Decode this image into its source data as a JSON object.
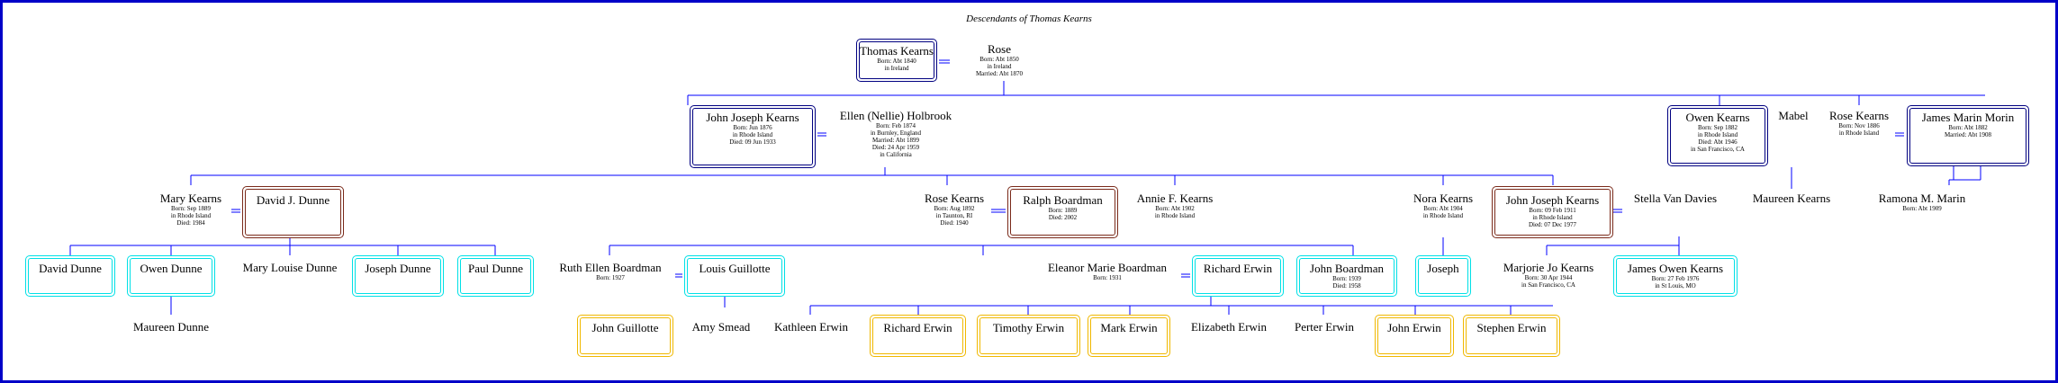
{
  "title": "Descendants of Thomas Kearns",
  "people": {
    "thomas": {
      "name": "Thomas Kearns",
      "details": [
        "Born: Abt 1840",
        "in Ireland"
      ]
    },
    "rose": {
      "name": "Rose",
      "details": [
        "Born: Abt 1850",
        "in Ireland",
        "Married: Abt 1870"
      ]
    },
    "johnjoseph": {
      "name": "John Joseph Kearns",
      "details": [
        "Born: Jun 1876",
        "in Rhode Island",
        "Died: 09 Jun 1933"
      ]
    },
    "ellen": {
      "name": "Ellen (Nellie) Holbrook",
      "details": [
        "Born: Feb 1874",
        "in Burnley, England",
        "Married: Abt 1899",
        "Died: 24 Apr 1959",
        "in California"
      ]
    },
    "owen": {
      "name": "Owen Kearns",
      "details": [
        "Born: Sep 1882",
        "in Rhode Island",
        "Died: Abt 1946",
        "in San Francisco, CA"
      ]
    },
    "mabel": {
      "name": "Mabel",
      "details": []
    },
    "rosek2": {
      "name": "Rose Kearns",
      "details": [
        "Born: Nov 1886",
        "in Rhode Island"
      ]
    },
    "jamesmorin": {
      "name": "James Marin Morin",
      "details": [
        "Born: Abt 1882",
        "Married: Abt 1908"
      ]
    },
    "maureenk": {
      "name": "Maureen Kearns",
      "details": []
    },
    "ramona": {
      "name": "Ramona M. Marin",
      "details": [
        "Born: Abt 1909"
      ]
    },
    "maryk": {
      "name": "Mary Kearns",
      "details": [
        "Born: Sep 1889",
        "in Rhode Island",
        "Died: 1984"
      ]
    },
    "davidj": {
      "name": "David J. Dunne",
      "details": []
    },
    "rosek": {
      "name": "Rose Kearns",
      "details": [
        "Born: Aug 1892",
        "in Taunton, RI",
        "Died: 1940"
      ]
    },
    "ralph": {
      "name": "Ralph Boardman",
      "details": [
        "Born: 1889",
        "Died: 2002"
      ]
    },
    "annie": {
      "name": "Annie F. Kearns",
      "details": [
        "Born: Abt 1902",
        "in Rhode Island"
      ]
    },
    "nora": {
      "name": "Nora Kearns",
      "details": [
        "Born: Abt 1904",
        "in Rhode Island"
      ]
    },
    "johnjoseph2": {
      "name": "John Joseph Kearns",
      "details": [
        "Born: 09 Feb 1911",
        "in Rhode Island",
        "Died: 07 Dec 1977"
      ]
    },
    "stella": {
      "name": "Stella Van Davies",
      "details": []
    },
    "daviddunne": {
      "name": "David Dunne",
      "details": []
    },
    "owendunne": {
      "name": "Owen Dunne",
      "details": []
    },
    "marylouise": {
      "name": "Mary Louise Dunne",
      "details": []
    },
    "josephdunne": {
      "name": "Joseph Dunne",
      "details": []
    },
    "pauldunne": {
      "name": "Paul Dunne",
      "details": []
    },
    "maureendunne": {
      "name": "Maureen Dunne",
      "details": []
    },
    "ruthellen": {
      "name": "Ruth Ellen Boardman",
      "details": [
        "Born: 1927"
      ]
    },
    "louis": {
      "name": "Louis Guillotte",
      "details": []
    },
    "eleanor": {
      "name": "Eleanor Marie Boardman",
      "details": [
        "Born: 1931"
      ]
    },
    "richarderwin": {
      "name": "Richard Erwin",
      "details": []
    },
    "johnboardman": {
      "name": "John Boardman",
      "details": [
        "Born: 1939",
        "Died: 1958"
      ]
    },
    "joseph": {
      "name": "Joseph",
      "details": []
    },
    "marjorie": {
      "name": "Marjorie Jo Kearns",
      "details": [
        "Born: 30 Apr 1944",
        "in San Francisco, CA"
      ]
    },
    "jamesowen": {
      "name": "James Owen Kearns",
      "details": [
        "Born: 27 Feb 1976",
        "in St Louis, MO"
      ]
    },
    "johnguillotte": {
      "name": "John Guillotte",
      "details": []
    },
    "amy": {
      "name": "Amy Smead",
      "details": []
    },
    "kathleen": {
      "name": "Kathleen Erwin",
      "details": []
    },
    "richard2": {
      "name": "Richard Erwin",
      "details": []
    },
    "timothy": {
      "name": "Timothy Erwin",
      "details": []
    },
    "mark": {
      "name": "Mark Erwin",
      "details": []
    },
    "elizabeth": {
      "name": "Elizabeth Erwin",
      "details": []
    },
    "perter": {
      "name": "Perter Erwin",
      "details": []
    },
    "johnerwin": {
      "name": "John Erwin",
      "details": []
    },
    "stephen": {
      "name": "Stephen Erwin",
      "details": []
    }
  }
}
